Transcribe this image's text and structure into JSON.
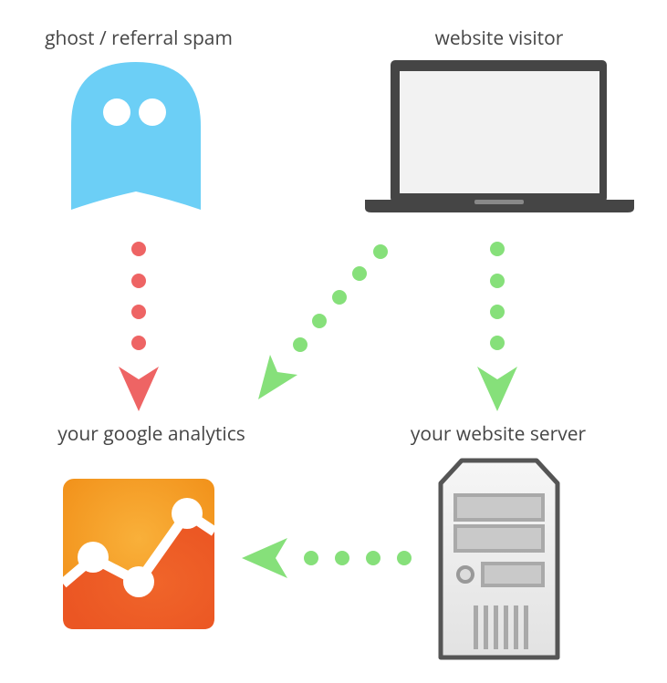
{
  "labels": {
    "ghost": "ghost / referral spam",
    "visitor": "website visitor",
    "analytics": "your google analytics",
    "server": "your website server"
  },
  "colors": {
    "ghost": "#6ccff6",
    "spam_arrow": "#ee6464",
    "real_arrow": "#86e07a",
    "laptop": "#454545",
    "analytics_top": "#f39c1f",
    "analytics_bottom": "#ee5a24"
  }
}
